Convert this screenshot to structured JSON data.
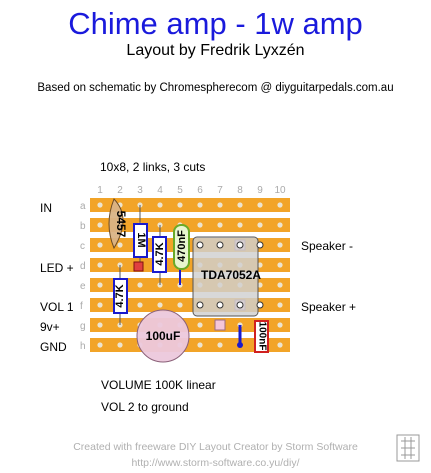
{
  "header": {
    "title": "Chime amp - 1w amp",
    "subtitle": "Layout by Fredrik Lyxzén",
    "based_on": "Based on schematic by Chromespherecom @ diyguitarpedals.com.au"
  },
  "board": {
    "info": "10x8, 2 links, 3 cuts",
    "columns": [
      "1",
      "2",
      "3",
      "4",
      "5",
      "6",
      "7",
      "8",
      "9",
      "10"
    ],
    "rows": [
      "a",
      "b",
      "c",
      "d",
      "e",
      "f",
      "g",
      "h"
    ],
    "strip_color": "#f2a428",
    "hole_color": "#ece4cf"
  },
  "labels": {
    "left": [
      "IN",
      "LED +",
      "VOL 1",
      "9v+",
      "GND"
    ],
    "right": [
      "Speaker -",
      "Speaker +"
    ]
  },
  "components": {
    "transistor": "5457",
    "r1": "1M",
    "r2": "4.7K",
    "r3": "4.7K",
    "cap_film": "470nF",
    "ic": "TDA7052A",
    "cap_electrolytic": "100uF",
    "cap_ceramic": "100nF"
  },
  "notes": [
    "VOLUME 100K linear",
    "VOL 2 to ground"
  ],
  "footer": {
    "line1": "Created with freeware DIY Layout Creator by Storm Software",
    "line2": "http://www.storm-software.co.yu/diy/"
  }
}
